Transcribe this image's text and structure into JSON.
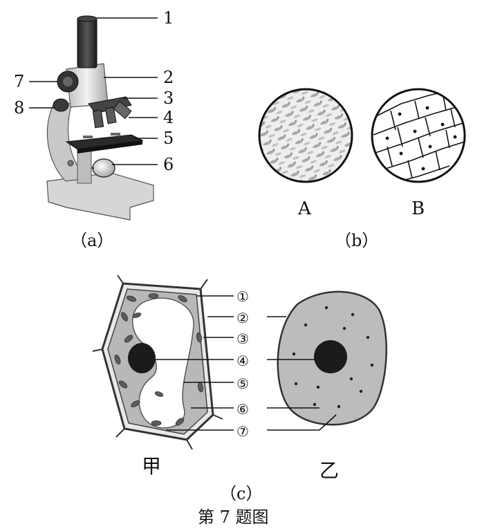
{
  "figure_caption": "第 7 题图",
  "panel_a": {
    "caption": "（a）",
    "labels": [
      "1",
      "2",
      "3",
      "4",
      "5",
      "6",
      "7",
      "8"
    ]
  },
  "panel_b": {
    "caption": "（b）",
    "view_labels": [
      "A",
      "B"
    ]
  },
  "panel_c": {
    "caption": "（c）",
    "cell_labels": [
      "甲",
      "乙"
    ],
    "part_labels": [
      "①",
      "②",
      "③",
      "④",
      "⑤",
      "⑥",
      "⑦"
    ]
  }
}
